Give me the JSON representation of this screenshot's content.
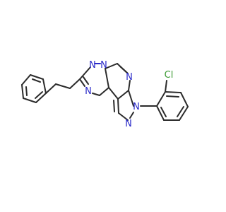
{
  "molecule": {
    "atom_labels": {
      "n_triazole_top": "N",
      "n_triazole_left": "N",
      "n_bridge": "N",
      "n_pyrimidine": "N",
      "n_pyrazole_aryl": "N",
      "n_pyrazole_top": "N",
      "cl": "Cl"
    },
    "colors": {
      "bond": "#2b2b2b",
      "nitrogen": "#2929c8",
      "chlorine": "#3a9a32",
      "background": "#ffffff"
    }
  }
}
